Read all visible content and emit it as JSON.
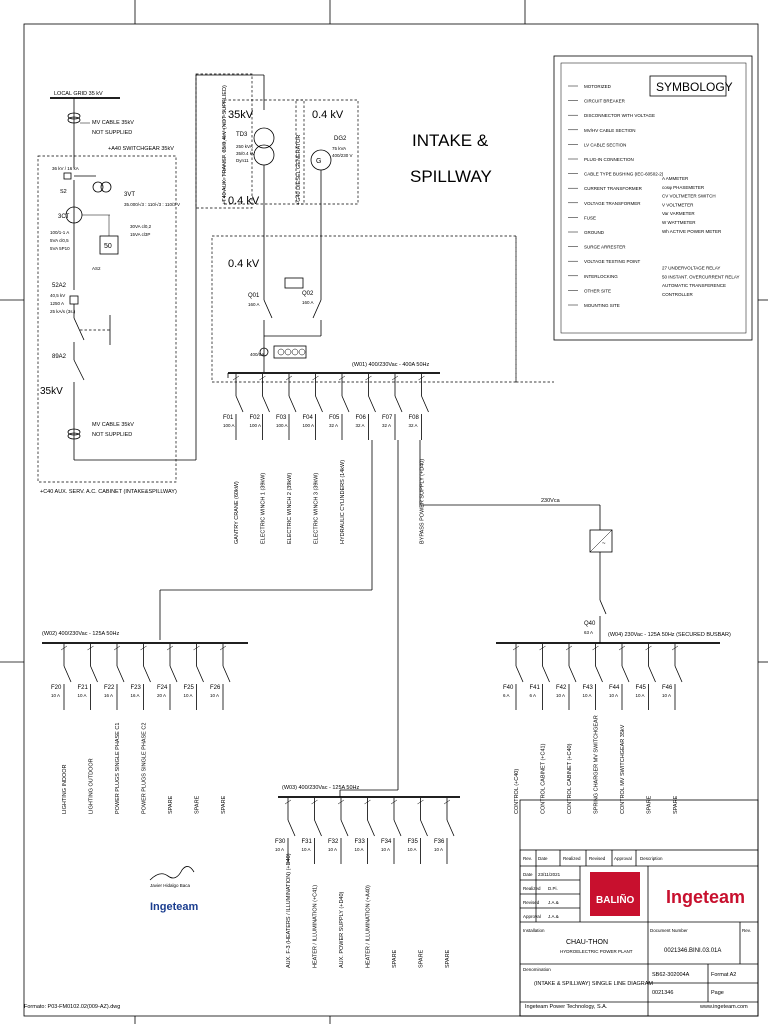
{
  "title": {
    "line1": "INTAKE &",
    "line2": "SPILLWAY"
  },
  "symbology": {
    "heading": "SYMBOLOGY",
    "left": [
      "MOTORIZED",
      "CIRCUIT BREAKER",
      "DISCONNECTOR WITH VOLTAGE",
      "MV/HV CABLE SECTION",
      "LV CABLE SECTION",
      "PLUG-IN CONNECTION",
      "CABLE TYPE BUSHING (IEC-60502-2)",
      "CURRENT TRANSFORMER",
      "VOLTAGE TRANSFORMER",
      "FUSE",
      "GROUND",
      "SURGE ARRESTER",
      "VOLTAGE TESTING POINT",
      "INTERLOCKING",
      "OTHER SITE",
      "MOUNTING SITE"
    ],
    "right": [
      "A    AMMETER",
      "cosφ PHASEMETER",
      "CV  VOLTMETER SWITCH",
      "V   VOLTMETER",
      "Var  VARMETER",
      "W   WATTMETER",
      "Wh  ACTIVE POWER METER",
      "27   UNDERVOLTAGE RELAY",
      "50   INSTANT. OVERCURRENT RELAY",
      "AUTOMATIC TRANSFERENCE",
      "CONTROLLER"
    ]
  },
  "mv": {
    "local_grid": "LOCAL GRID 35 kV",
    "cable_top_1": "MV CABLE 35kV",
    "cable_top_2": "NOT SUPPLIED",
    "switchgear": "+A40 SWITCHGEAR 35kV",
    "vt_label": "3VT",
    "vt_ratio": "35.000/√3 : 110/√3 : 110/3  V",
    "vt_class": "30VA cl0,2",
    "vt_class2": "15VA cl3P",
    "ct_label": "3CT",
    "ct_spec": [
      "100/1-1 A",
      "5VA cl0,5",
      "5VA 5P10"
    ],
    "relay": "50",
    "as2": "AS2",
    "s2": "S2",
    "fuse_spec": "36 kV / 16 kA",
    "breaker": "52A2",
    "breaker_spec": [
      "40,5 kV",
      "1250 A",
      "25 kA/s (3s.)"
    ],
    "disc": "89A2",
    "voltage": "35kV",
    "cable_bot_1": "MV CABLE 35kV",
    "cable_bot_2": "NOT SUPPLIED",
    "cabinet": "+C40 AUX. SERV. A.C. CABINET (INTAKE&SPILLWAY)"
  },
  "transformer": {
    "vertical": "+T40 AUX. TRANSF. 35/0,4kV (NOT SUPPLIED)",
    "hv": "35kV",
    "lv": "0.4 kV",
    "name": "TD3",
    "spec": [
      "250 kVA",
      "35/0.4 kV",
      "Dyn11"
    ]
  },
  "generator": {
    "vertical": "+G40 DIESEL GENERATOR",
    "voltage": "0.4 kV",
    "name": "DG2",
    "spec": [
      "75 kVA",
      "400/230 V"
    ]
  },
  "lv": {
    "voltage": "0.4 kV",
    "q01": "Q01",
    "q01_rating": "160 A",
    "q02": "Q02",
    "q02_rating": "160 A",
    "ct_rating": "400/5A",
    "bus_label": "(W01) 400/230Vac - 400A  50Hz",
    "feeders": [
      {
        "id": "F01",
        "rating": "100 A",
        "desc": "GANTRY CRANE (60kW)"
      },
      {
        "id": "F02",
        "rating": "100 A",
        "desc": "ELECTRIC WINCH 1 (39kW)"
      },
      {
        "id": "F03",
        "rating": "100 A",
        "desc": "ELECTRIC WINCH 2 (39kW)"
      },
      {
        "id": "F04",
        "rating": "100 A",
        "desc": "ELECTRIC WINCH 3 (39kW)"
      },
      {
        "id": "F05",
        "rating": "32 A",
        "desc": "HYDRAULIC CYLINDERS (14kW)"
      },
      {
        "id": "F06",
        "rating": "32 A",
        "desc": ""
      },
      {
        "id": "F07",
        "rating": "32 A",
        "desc": ""
      },
      {
        "id": "F08",
        "rating": "32 A",
        "desc": "BYPASS POWER SUPPLY (+D40)"
      }
    ]
  },
  "w02": {
    "label": "(W02) 400/230Vac - 125A  50Hz",
    "feeders": [
      {
        "id": "F20",
        "rating": "10 A",
        "desc": "LIGHTING INDOOR"
      },
      {
        "id": "F21",
        "rating": "10 A",
        "desc": "LIGHTING OUTDOOR"
      },
      {
        "id": "F22",
        "rating": "16 A",
        "desc": "POWER PLUGS SINGLE PHASE C1"
      },
      {
        "id": "F23",
        "rating": "16 A",
        "desc": "POWER PLUGS SINGLE PHASE C2"
      },
      {
        "id": "F24",
        "rating": "20 A",
        "desc": "SPARE"
      },
      {
        "id": "F25",
        "rating": "10 A",
        "desc": "SPARE"
      },
      {
        "id": "F26",
        "rating": "10 A",
        "desc": "SPARE"
      }
    ]
  },
  "w03": {
    "label": "(W03) 400/230Vac - 125A  50Hz",
    "feeders": [
      {
        "id": "F30",
        "rating": "10 A",
        "desc": "AUX. F-3 (HEATERS / ILLUMINATION) (+D40)"
      },
      {
        "id": "F31",
        "rating": "10 A",
        "desc": "HEATER / ILLUMINATION (+C41)"
      },
      {
        "id": "F32",
        "rating": "10 A",
        "desc": "AUX. POWER SUPPLY (+D40)"
      },
      {
        "id": "F33",
        "rating": "10 A",
        "desc": "HEATER / ILLUMINATION (+A40)"
      },
      {
        "id": "F34",
        "rating": "10 A",
        "desc": "SPARE"
      },
      {
        "id": "F35",
        "rating": "10 A",
        "desc": "SPARE"
      },
      {
        "id": "F36",
        "rating": "10 A",
        "desc": "SPARE"
      }
    ]
  },
  "w04": {
    "ups": "230Vca",
    "q40": "Q40",
    "q40_rating": "63 A",
    "label": "(W04) 230Vac - 125A  50Hz (SECURED BUSBAR)",
    "feeders": [
      {
        "id": "F40",
        "rating": "6 A",
        "desc": "CONTROL (+C40)"
      },
      {
        "id": "F41",
        "rating": "6 A",
        "desc": "CONTROL CABINET (+C41)"
      },
      {
        "id": "F42",
        "rating": "10 A",
        "desc": "CONTROL CABINET (+C40)"
      },
      {
        "id": "F43",
        "rating": "10 A",
        "desc": "SPRING CHARGER MV SWITCHGEAR"
      },
      {
        "id": "F44",
        "rating": "10 A",
        "desc": "CONTROL MV SWITCHGEAR 35kV"
      },
      {
        "id": "F45",
        "rating": "10 A",
        "desc": "SPARE"
      },
      {
        "id": "F46",
        "rating": "10 A",
        "desc": "SPARE"
      }
    ]
  },
  "titleblock": {
    "hdr": [
      "Rev.",
      "Date",
      "Realized",
      "Revised",
      "Approval",
      "Description"
    ],
    "date_label": "Date",
    "date_value": "23/11/2021",
    "realized_label": "Realized",
    "realized_value": "D.Pi.",
    "revised_label": "Revised",
    "revised_value": "J.A.&",
    "approval_label": "Approval",
    "approval_value": "J.A.&",
    "client_logo": "BALIÑO",
    "company_logo": "Ingeteam",
    "installation_label": "Installation",
    "installation_name": "CHAU-THON",
    "installation_sub": "HYDROELECTRIC POWER PLANT",
    "docnum_label": "Document Number",
    "docnum_value": "0021346.BINI.03.01A",
    "rev_label": "Rev.",
    "denom_label": "Denomination",
    "denom_value": "(INTAKE & SPILLWAY) SINGLE LINE DIAGRAM",
    "sheet_code": "SB62-302004A",
    "format": "Format A2",
    "project": "0021346",
    "page": "Page"
  },
  "signature": {
    "name": "Javier Hidalgo Baca",
    "company": "Ingeteam"
  },
  "footer": {
    "format": "Formato: P03-FM0102.02(009-AZ).dwg",
    "company": "Ingeteam Power Technology, S.A.",
    "website": "www.ingeteam.com"
  }
}
